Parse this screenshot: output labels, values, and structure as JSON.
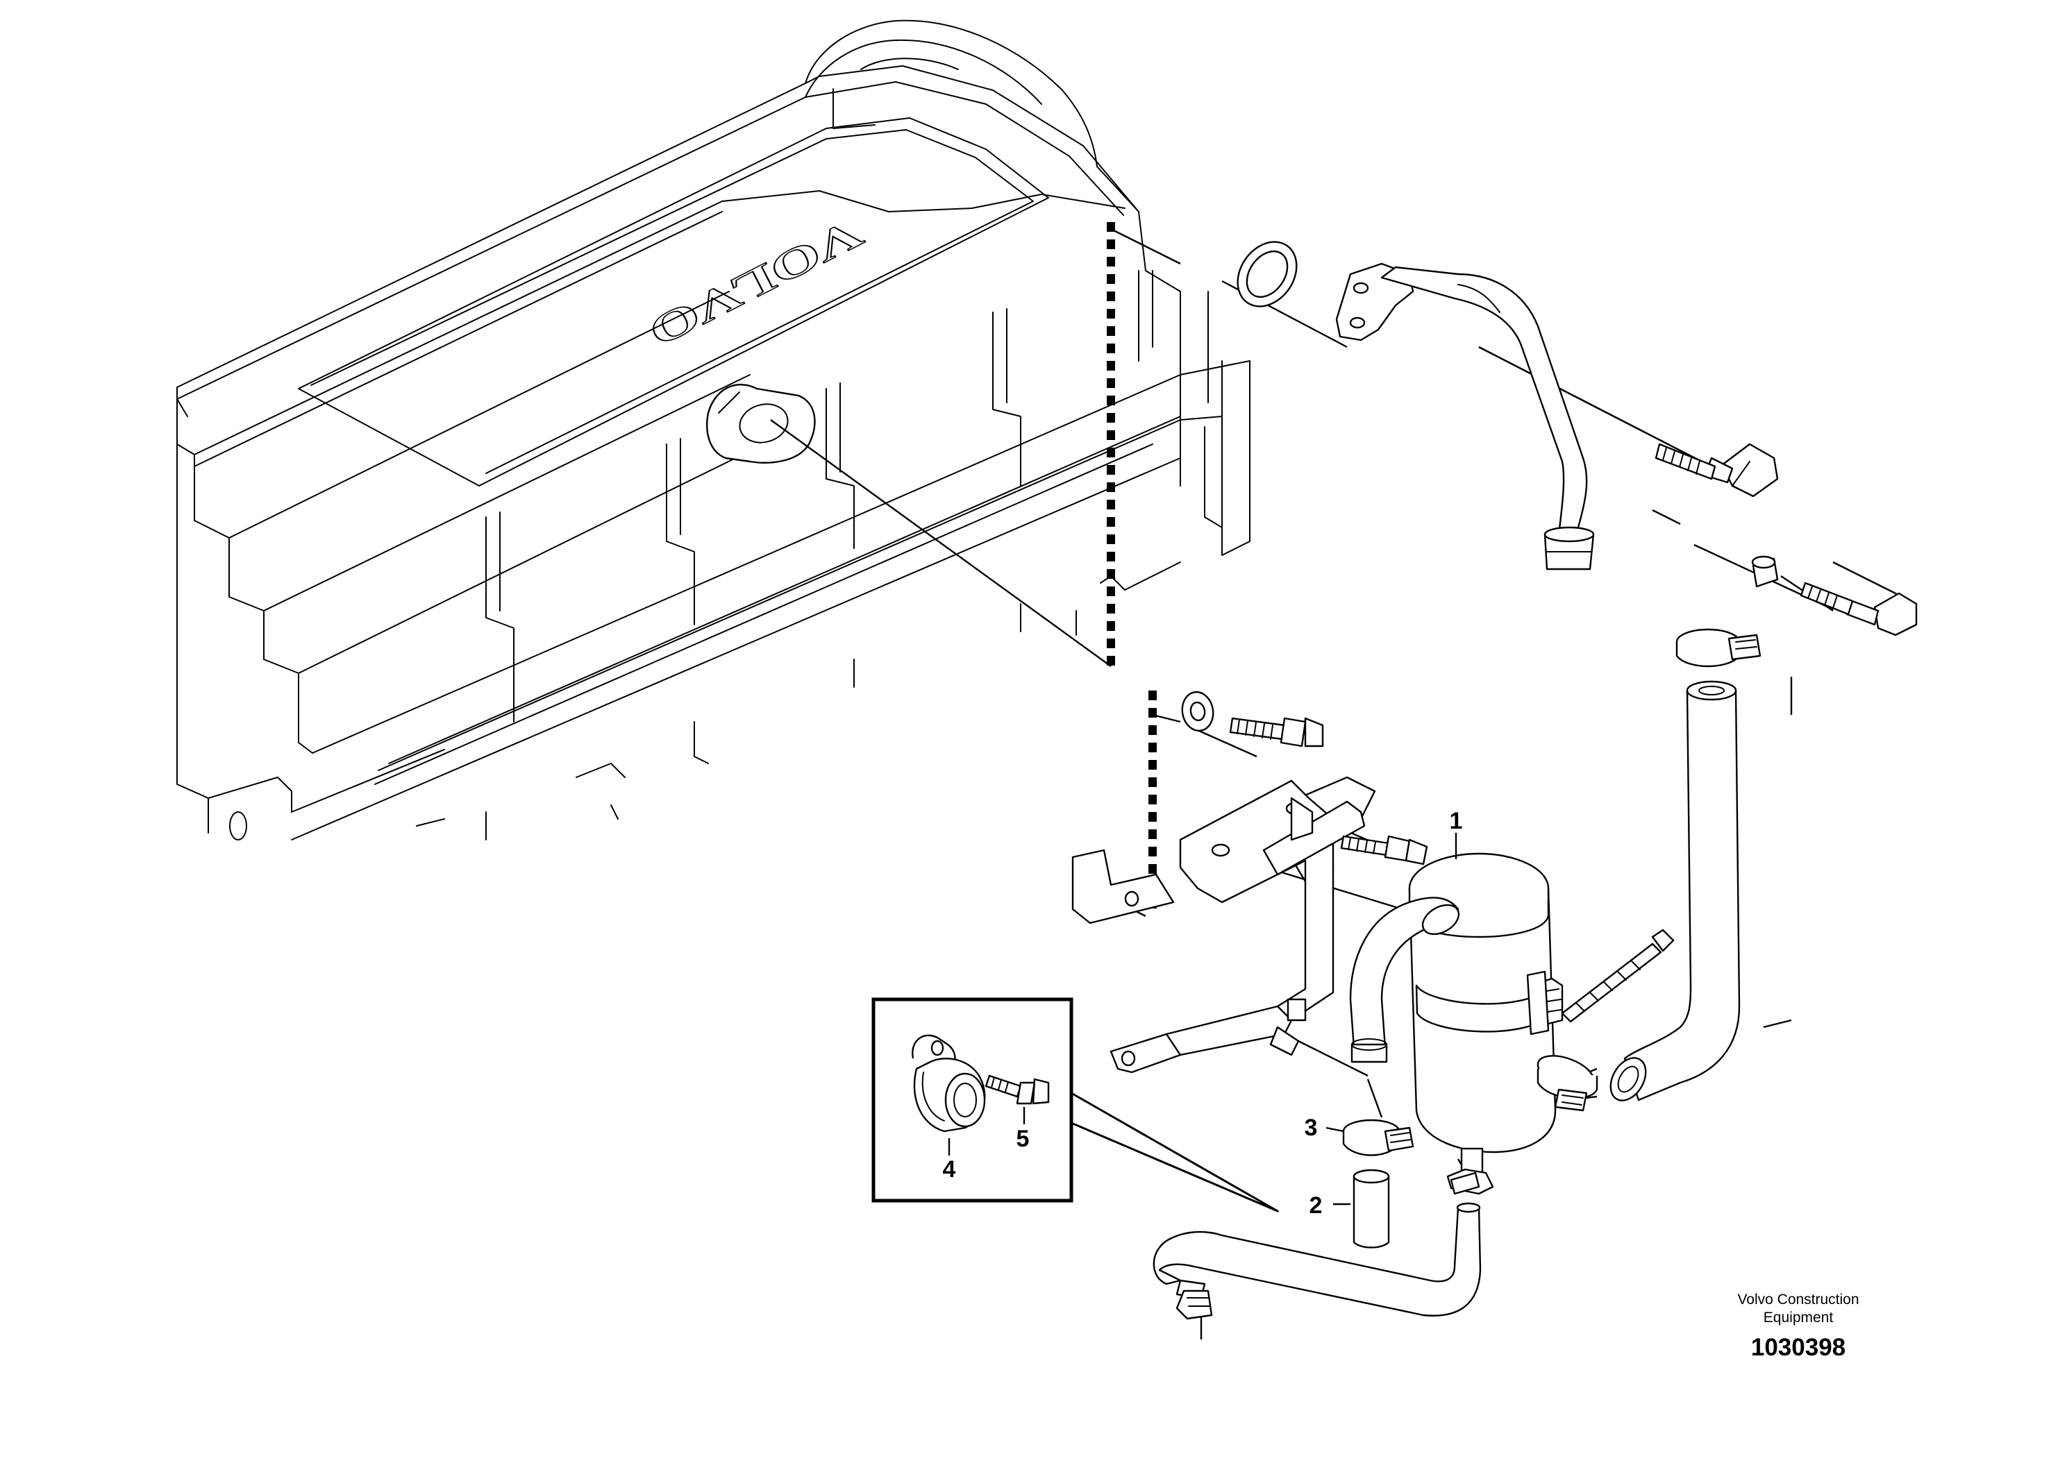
{
  "diagram": {
    "brand_line1": "Volvo Construction",
    "brand_line2": "Equipment",
    "figure_number": "1030398",
    "engine_logo_text": "VOLVO",
    "callouts": [
      {
        "id": "1",
        "text": "1"
      },
      {
        "id": "2",
        "text": "2"
      },
      {
        "id": "3",
        "text": "3"
      },
      {
        "id": "4",
        "text": "4"
      },
      {
        "id": "5",
        "text": "5"
      }
    ]
  }
}
